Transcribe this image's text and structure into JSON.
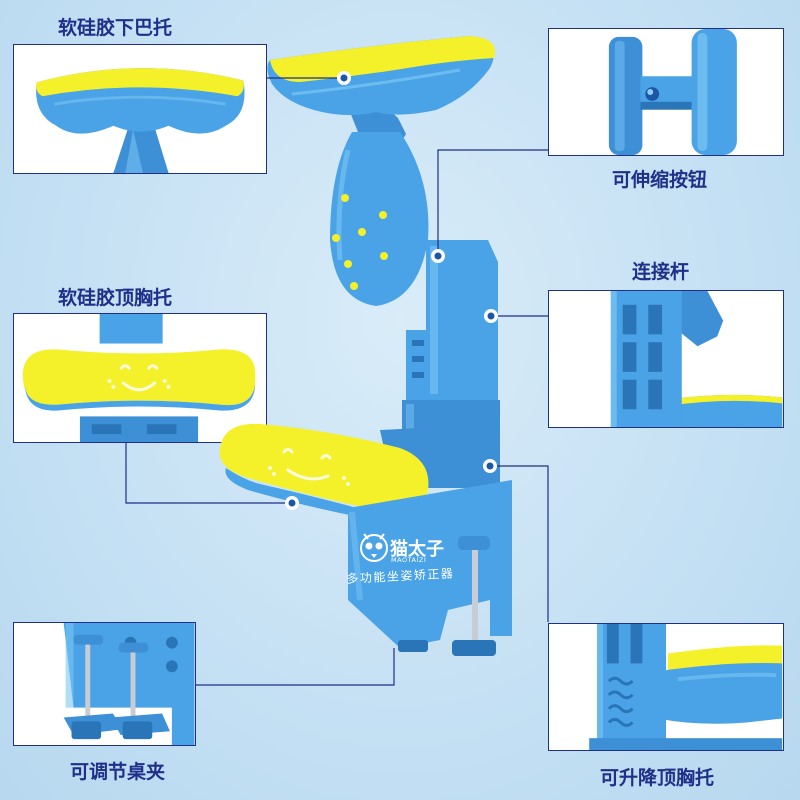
{
  "callouts": {
    "chin_rest": "软硅胶下巴托",
    "telescopic_button": "可伸缩按钮",
    "connecting_rod": "连接杆",
    "chest_rest": "软硅胶顶胸托",
    "desk_clamp": "可调节桌夹",
    "lift_chest_rest": "可升降顶胸托"
  },
  "product": {
    "brand": "猫太子",
    "brand_sub": "MAOTAIZI",
    "tagline": "多功能坐姿矫正器"
  },
  "colors": {
    "product_blue": "#4aa3e6",
    "product_yellow": "#f4f02a",
    "label_navy": "#1f2f8a",
    "background": "#c6e1f4"
  }
}
